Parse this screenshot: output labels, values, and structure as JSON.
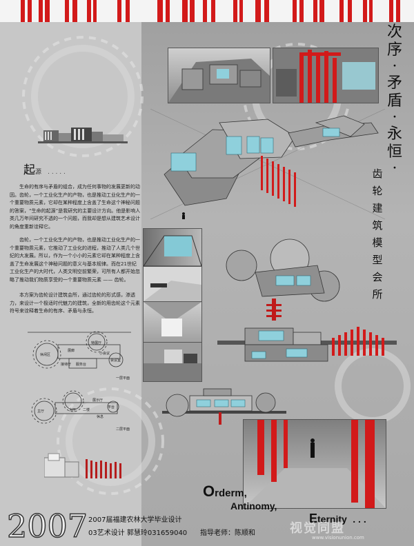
{
  "title_cn": {
    "line1": "次序·矛盾·永恒·",
    "chars1": [
      "次",
      "序",
      "·",
      "矛",
      "盾",
      "·",
      "永",
      "恒",
      "·"
    ],
    "subtitle": "齿轮建筑模型会所",
    "chars2": [
      "齿",
      "轮",
      "建",
      "筑",
      "模",
      "型",
      "会",
      "所"
    ]
  },
  "section": {
    "heading": "起",
    "heading_small": "源",
    "dots": ". . . . ."
  },
  "paragraphs": [
    "生命的有序与矛盾的组合，成为任何事物的发展更新的动因。齿轮，一个工业化生产的产物，也是推动工业化生产的一个重要物质元素，它却在某种程度上含盖了生命这个神秘问题的答案，“生命的起源”是我研究的主要设计方向。他是影响人类几万年间研究不透的一个问题，而我却是想从建筑艺术设计的角度重新诠释它。",
    "齿轮，一个工业化生产的产物，也是推动工业化生产的一个重要物质元素，它推动了工业化的进程，推动了人类几个世纪的大发展。所以，作为一个小小的元素它却在某种程度上含盖了生命发展这个神秘问题的意义与基本规律。而在21世纪工业化生产的大时代，人类文明空前繁荣，可所有人都开始忽略了推动我们物质享受的一个重要物质元素 —— 齿轮。",
    "本方案为齿轮设计建筑会所，通过齿轮的形式感，渗透力，来设计一个极适时代魅力的建筑，全新的用齿轮这个元素符号来诠释着生命的有序、矛盾与永恒。"
  ],
  "plan_labels": {
    "plan1": [
      "展廊",
      "特展厅",
      "休闲区",
      "会议室",
      "服务台",
      "小会议",
      "接待厅"
    ],
    "plan1_caption": "一层平面",
    "plan2": [
      "大厅",
      "主厅",
      "二楼",
      "展示厅",
      "平台",
      "休息"
    ],
    "plan2_caption": "二层平面"
  },
  "english": {
    "w1": "Orderm",
    "w1_first": "O",
    "w1_rest": "rderm",
    "c1": ",",
    "w2": "Antinomy",
    "c2": ",",
    "w3": "Eternity",
    "w3_first": "E",
    "w3_rest": "ternity",
    "dots": ". . ."
  },
  "footer": {
    "year": "2007",
    "school": "2007届福建农林大学毕业设计",
    "student": "03艺术设计  郭慧玲031659040",
    "advisor": "指导老师：陈顺和"
  },
  "watermark": {
    "cn": "视觉同盟",
    "url": "www.visionunion.com"
  },
  "colors": {
    "accent_red": "#d21a1a",
    "glass": "#7fc6d2",
    "panel_grey": "#c7c7c7"
  }
}
